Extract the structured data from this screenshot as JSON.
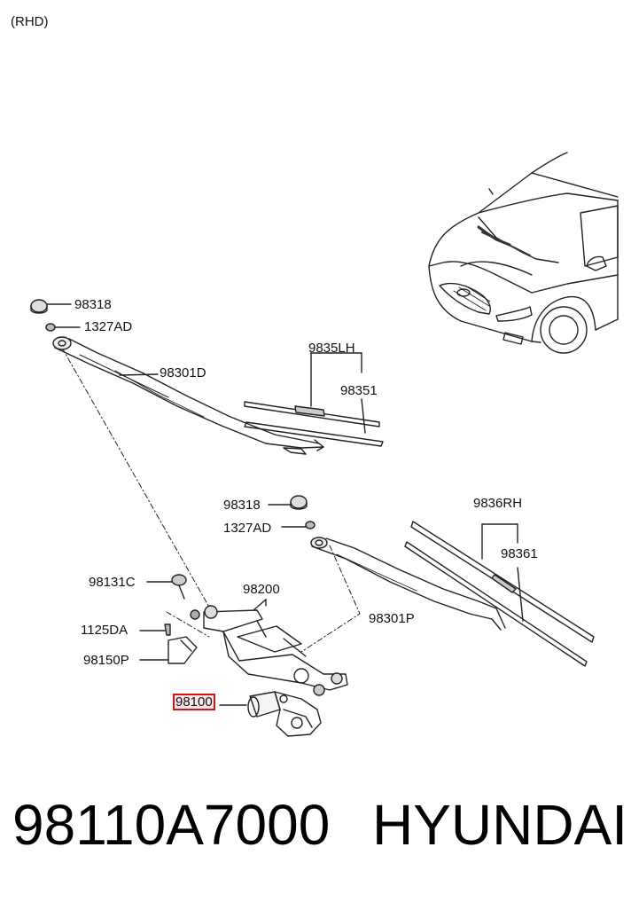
{
  "variant": "(RHD)",
  "labels": {
    "l98318a": "98318",
    "l1327ada": "1327AD",
    "l98301d": "98301D",
    "l9835lh": "9835LH",
    "l98351": "98351",
    "l98318b": "98318",
    "l1327adb": "1327AD",
    "l9836rh": "9836RH",
    "l98361": "98361",
    "l98131c": "98131C",
    "l98200": "98200",
    "l98301p": "98301P",
    "l1125da": "1125DA",
    "l98150p": "98150P",
    "l98100": "98100"
  },
  "highlighted_part": "98100",
  "footer": {
    "part_number": "98110A7000",
    "brand": "HYUNDAI"
  }
}
